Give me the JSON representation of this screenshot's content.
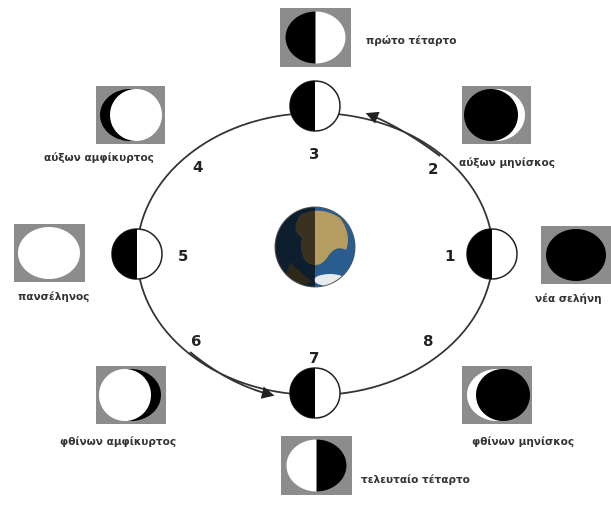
{
  "positions": [
    {
      "number": "1",
      "label": "νέα σελήνη"
    },
    {
      "number": "2",
      "label": "αύξων μηνίσκος"
    },
    {
      "number": "3",
      "label": "πρώτο τέταρτο"
    },
    {
      "number": "4",
      "label": "αύξων αμφίκυρτος"
    },
    {
      "number": "5",
      "label": "πανσέληνος"
    },
    {
      "number": "6",
      "label": ""
    },
    {
      "number": "7",
      "label": "τελευταίο τέταρτο"
    },
    {
      "number": "8",
      "label": "φθίνων μηνίσκος"
    },
    {
      "number": "",
      "label": "φθίνων αμφίκυρτος"
    }
  ],
  "colors": {
    "orbit": "#333333",
    "moon_dark": "#000000",
    "moon_light": "#ffffff",
    "phase_frame": "#8c8c8c",
    "earth_ocean": "#2a5d8f",
    "earth_land": "#b59c62"
  },
  "icons": [
    "earth-icon",
    "orbit-arrow-icon",
    "moon-phase-icon"
  ]
}
